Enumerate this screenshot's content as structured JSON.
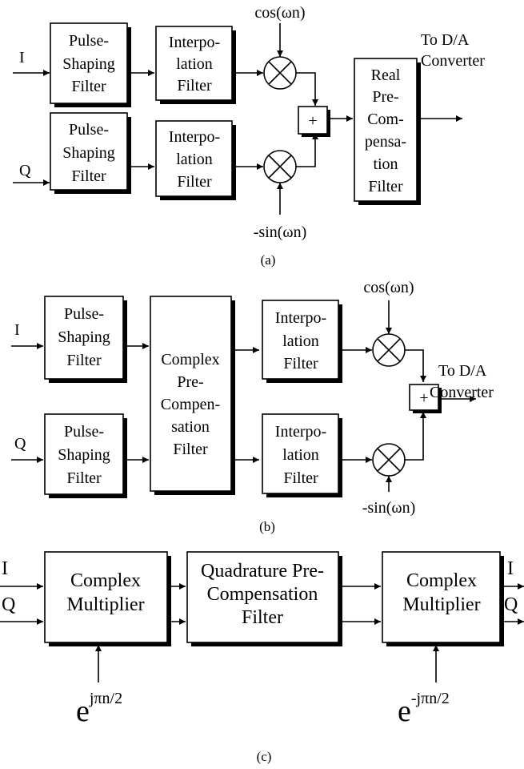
{
  "diagram_a": {
    "caption": "(a)",
    "input_i": "I",
    "input_q": "Q",
    "pulse_i": [
      "Pulse-",
      "Shaping",
      "Filter"
    ],
    "pulse_q": [
      "Pulse-",
      "Shaping",
      "Filter"
    ],
    "interp_i": [
      "Interpo-",
      "lation",
      "Filter"
    ],
    "interp_q": [
      "Interpo-",
      "lation",
      "Filter"
    ],
    "cos_label": "cos(ωn)",
    "sin_label": "-sin(ωn)",
    "adder": "+",
    "precomp": [
      "Real",
      "Pre-",
      "Com-",
      "pensa-",
      "tion",
      "Filter"
    ],
    "output": [
      "To D/A",
      "Converter"
    ]
  },
  "diagram_b": {
    "caption": "(b)",
    "input_i": "I",
    "input_q": "Q",
    "pulse_i": [
      "Pulse-",
      "Shaping",
      "Filter"
    ],
    "pulse_q": [
      "Pulse-",
      "Shaping",
      "Filter"
    ],
    "precomp": [
      "Complex",
      "Pre-",
      "Compen-",
      "sation",
      "Filter"
    ],
    "interp_i": [
      "Interpo-",
      "lation",
      "Filter"
    ],
    "interp_q": [
      "Interpo-",
      "lation",
      "Filter"
    ],
    "cos_label": "cos(ωn)",
    "sin_label": "-sin(ωn)",
    "adder": "+",
    "output": [
      "To D/A",
      "Converter"
    ]
  },
  "diagram_c": {
    "caption": "(c)",
    "input_i": "I",
    "input_q": "Q",
    "mult1": [
      "Complex",
      "Multiplier"
    ],
    "precomp": [
      "Quadrature Pre-",
      "Compensation",
      "Filter"
    ],
    "mult2": [
      "Complex",
      "Multiplier"
    ],
    "output_i": "I",
    "output_q": "Q",
    "exp1_base": "e",
    "exp1_sup": "jπn/2",
    "exp2_base": "e",
    "exp2_sup": "-jπn/2"
  }
}
